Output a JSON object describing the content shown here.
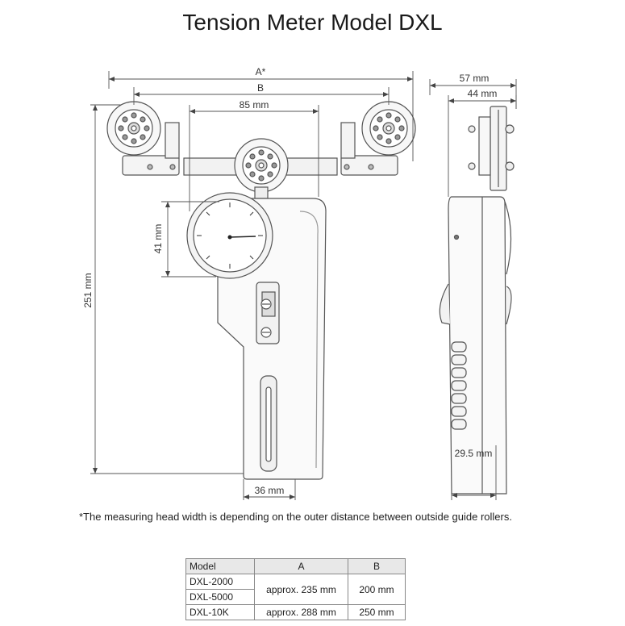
{
  "title": "Tension Meter Model DXL",
  "dimensions": {
    "a_star": "A*",
    "b": "B",
    "d85": "85 mm",
    "d41": "41 mm",
    "d251": "251 mm",
    "d36": "36 mm",
    "d57": "57 mm",
    "d44": "44 mm",
    "d29_5": "29.5 mm"
  },
  "footnote": "*The measuring head width is depending on the outer distance between outside guide rollers.",
  "table": {
    "headers": [
      "Model",
      "A",
      "B"
    ],
    "models": [
      "DXL-2000",
      "DXL-5000",
      "DXL-10K"
    ],
    "a_small": "approx. 235 mm",
    "b_small": "200 mm",
    "a_large": "approx. 288 mm",
    "b_large": "250 mm"
  }
}
